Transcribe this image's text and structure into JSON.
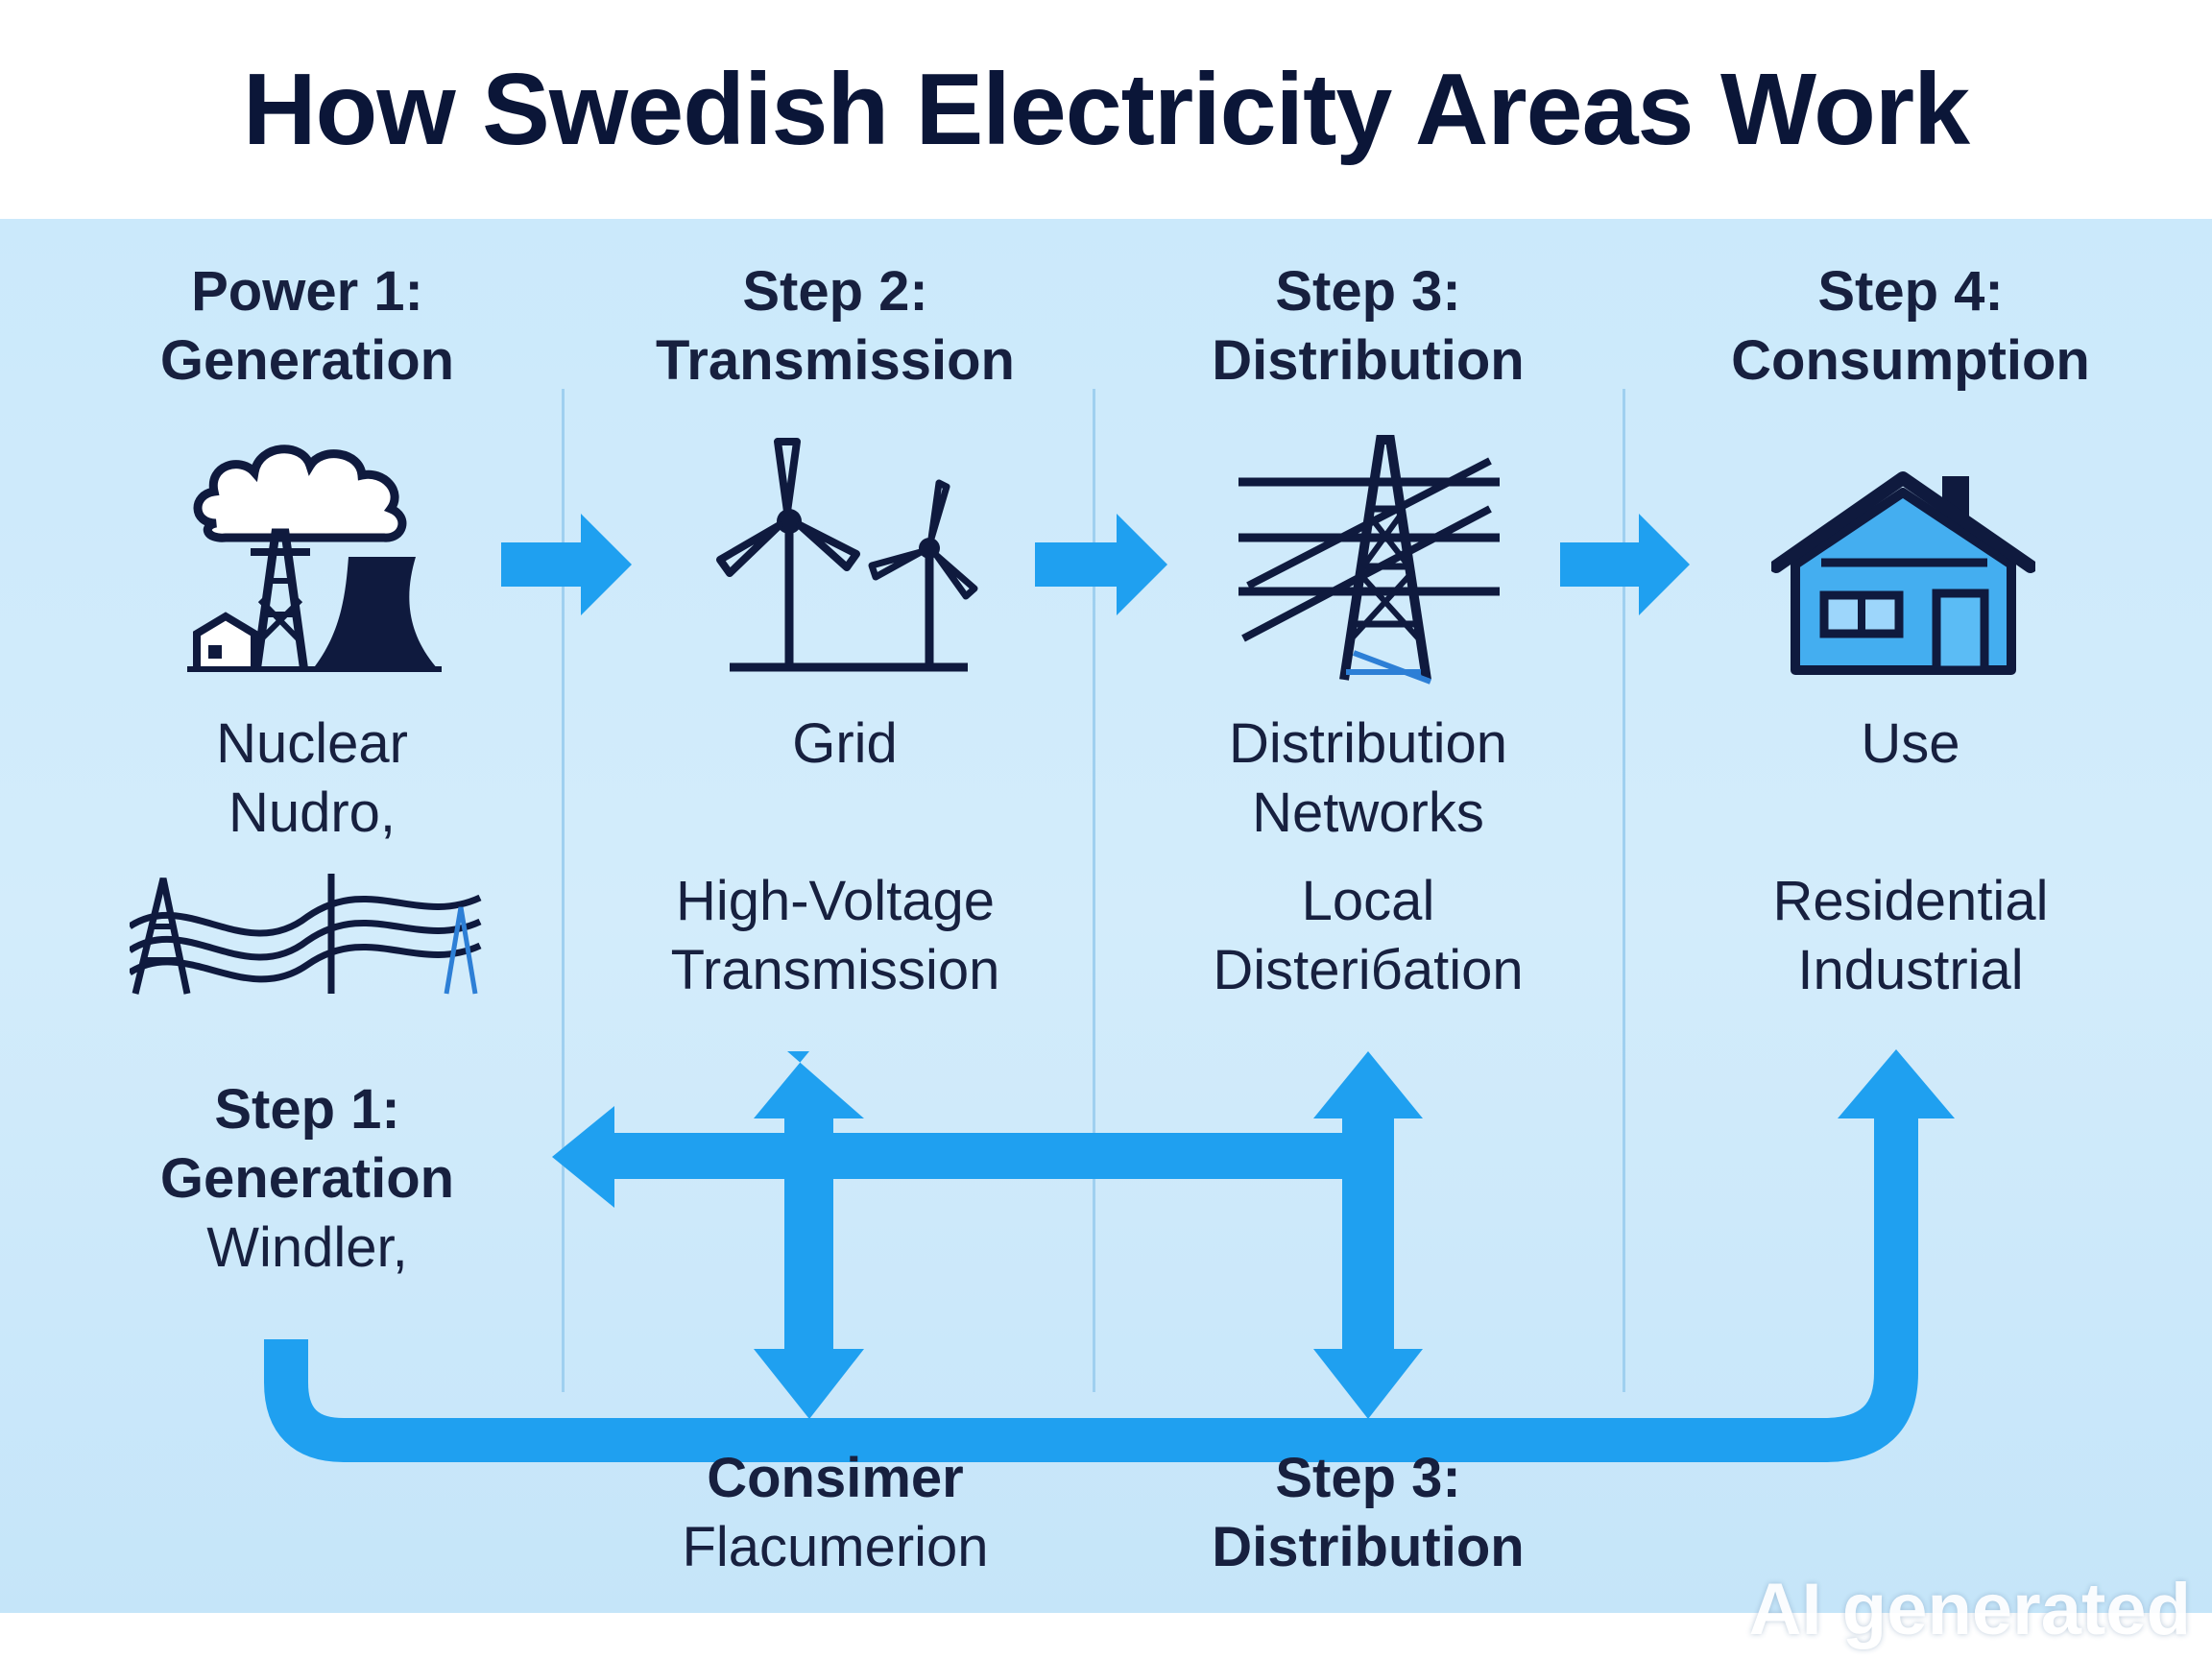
{
  "title": "How Swedish Electricity Areas Work",
  "columns": [
    {
      "header_line1": "Power 1:",
      "header_line2": "Generation",
      "icon": "nuclear-plant-icon",
      "label_line1": "Nuclear",
      "label_line2": "Nudro,",
      "sub_icon": "transmission-lines-icon"
    },
    {
      "header_line1": "Step 2:",
      "header_line2": "Transmission",
      "icon": "wind-turbines-icon",
      "label_line1": "Grid",
      "sub_line1": "High-Voltage",
      "sub_line2": "Transmission"
    },
    {
      "header_line1": "Step 3:",
      "header_line2": "Distribution",
      "icon": "power-tower-icon",
      "label_line1": "Distribution",
      "label_line2": "Networks",
      "sub_line1": "Local",
      "sub_line2": "Disterібation"
    },
    {
      "header_line1": "Step 4:",
      "header_line2": "Consumption",
      "icon": "house-icon",
      "label_line1": "Use",
      "sub_line1": "Residential",
      "sub_line2": "Industrial"
    }
  ],
  "lower": {
    "step1_line1": "Step 1:",
    "step1_line2": "Generation",
    "step1_line3": "Windler,",
    "consumer_line1": "Consimer",
    "consumer_line2": "Flacumerion",
    "step3_line1": "Step 3:",
    "step3_line2": "Distribution"
  },
  "watermark": "AI generated",
  "colors": {
    "arrow": "#1fa0f0",
    "icon_dark": "#0f1a3e",
    "house_fill": "#44aef0",
    "panel": "#cde9fb"
  }
}
